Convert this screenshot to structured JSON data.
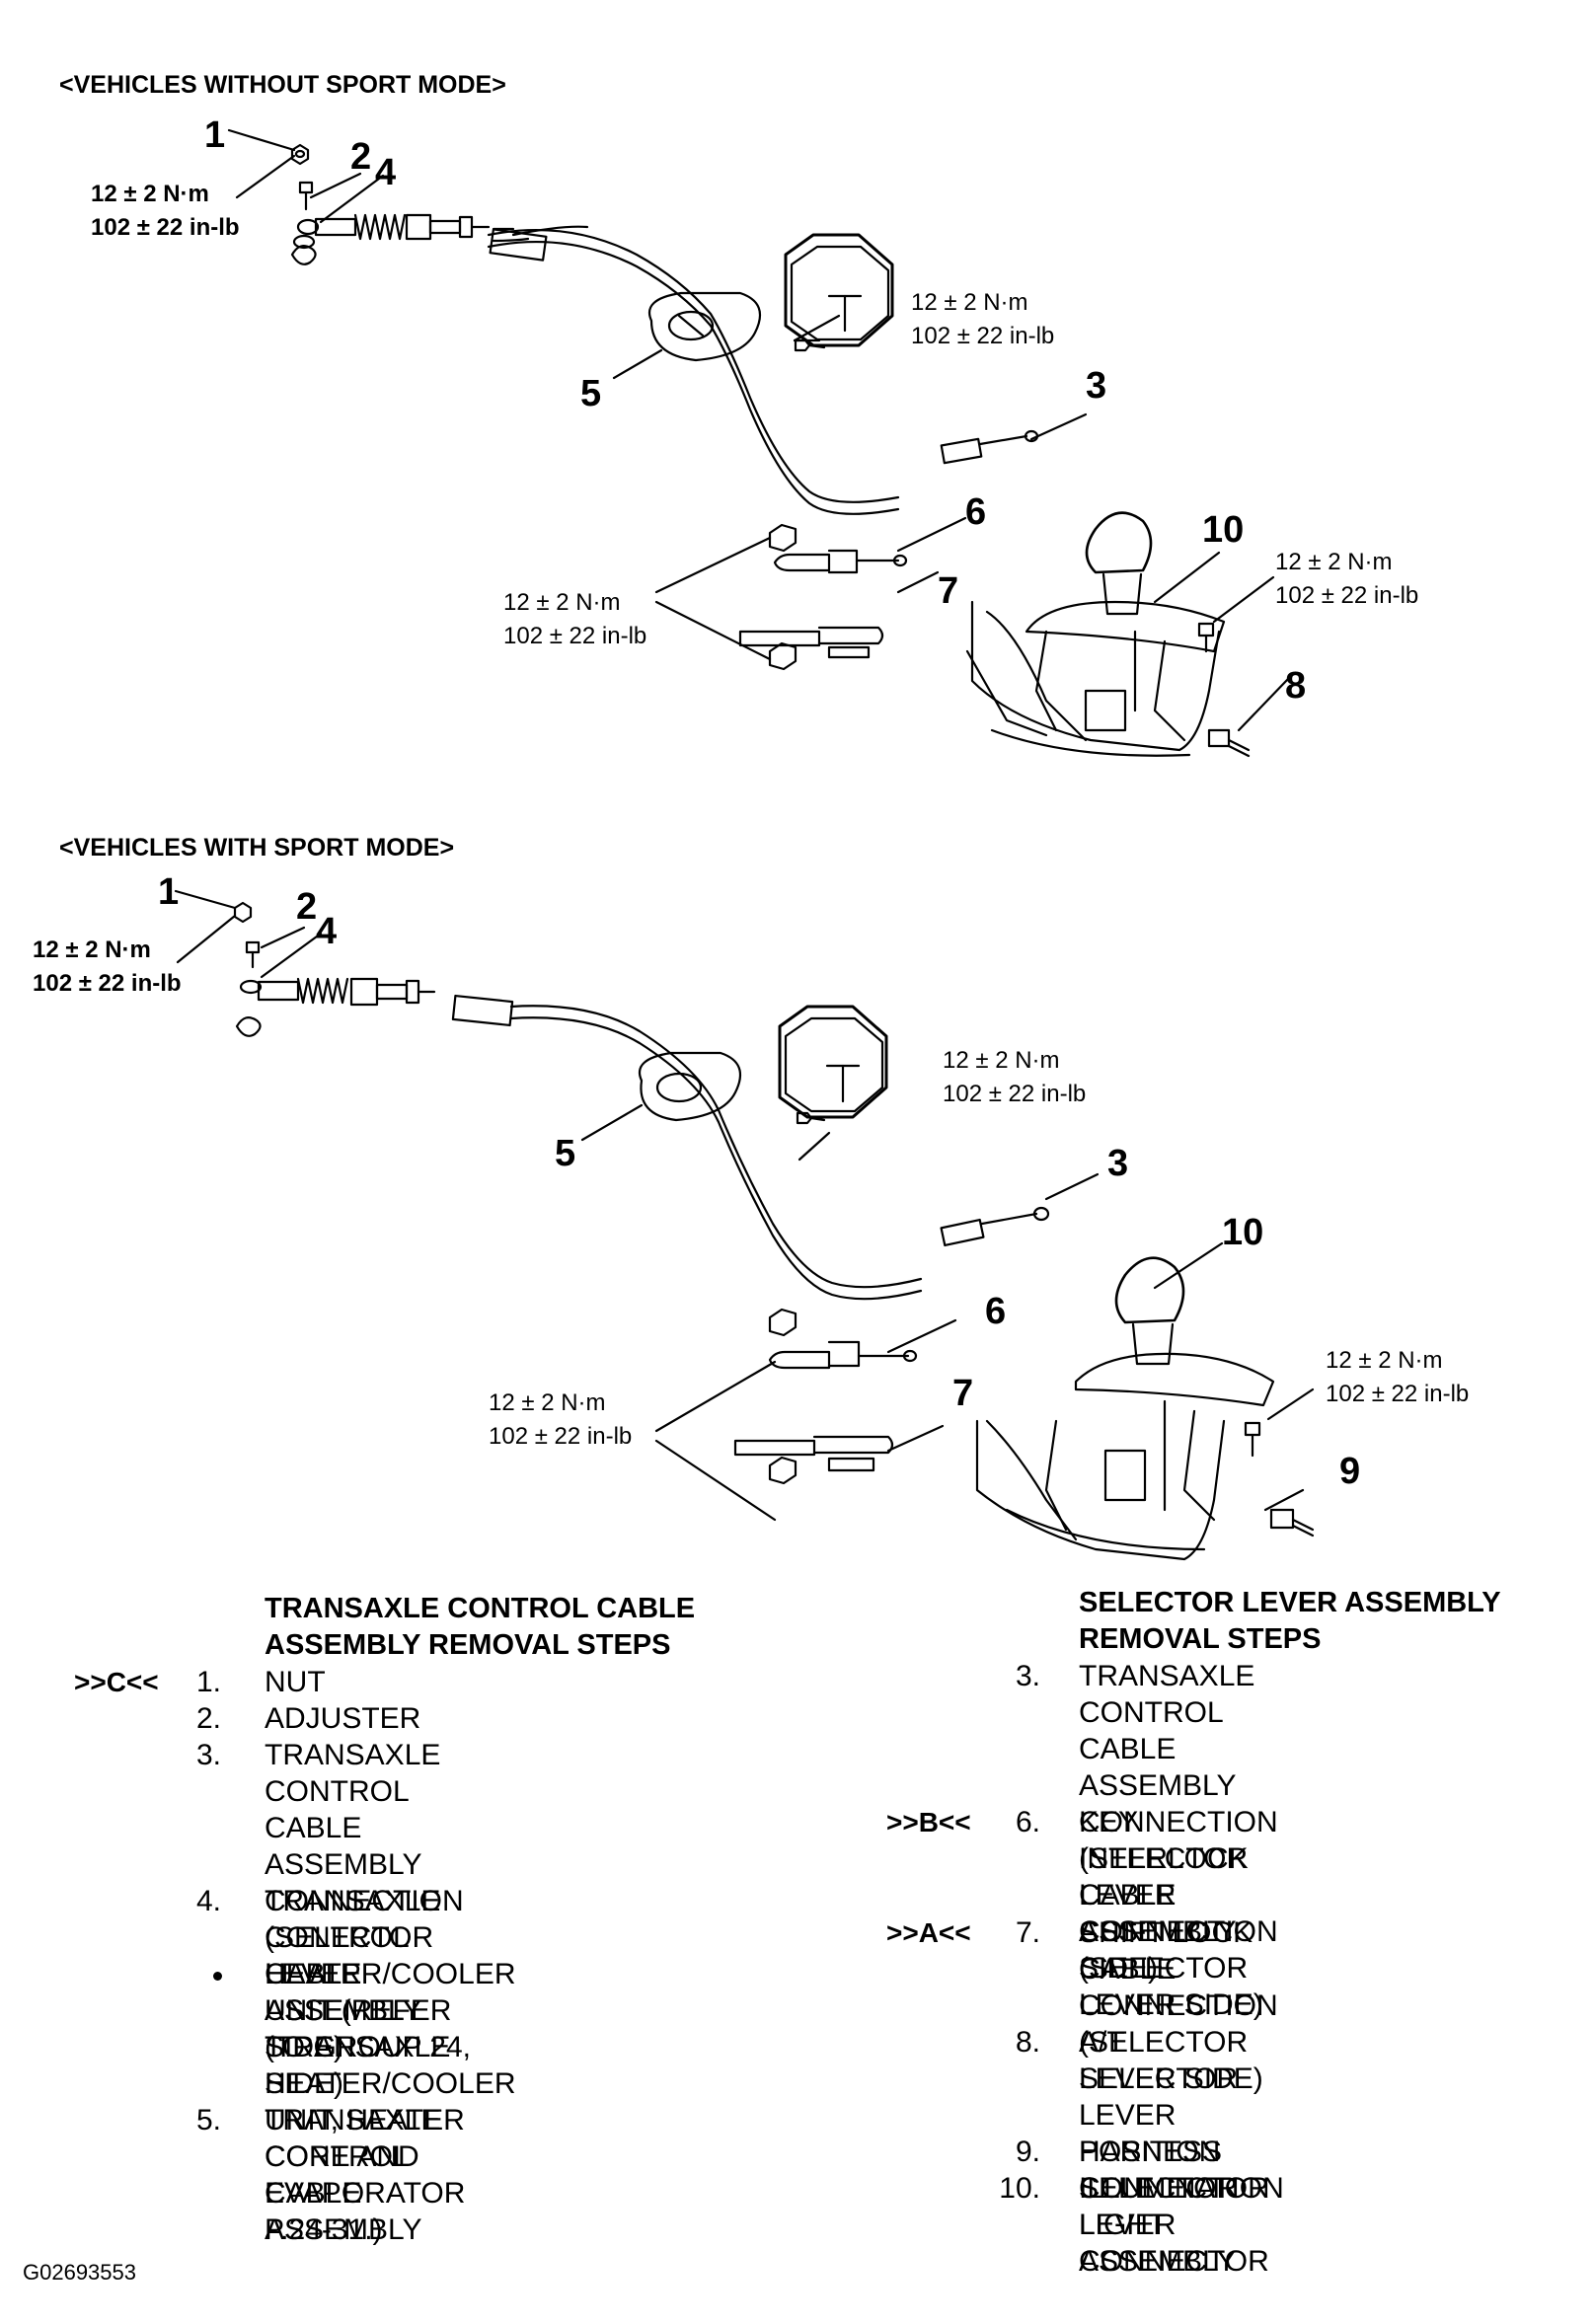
{
  "sections": [
    {
      "heading": "<VEHICLES WITHOUT SPORT MODE>",
      "callouts": [
        "1",
        "2",
        "4",
        "5",
        "3",
        "6",
        "7",
        "10",
        "8"
      ],
      "torques": [
        {
          "line1": "12 ± 2 N·m",
          "line2": "102 ± 22 in-lb"
        },
        {
          "line1": "12 ± 2 N·m",
          "line2": "102 ± 22 in-lb"
        },
        {
          "line1": "12 ± 2 N·m",
          "line2": "102 ± 22 in-lb"
        },
        {
          "line1": "12 ± 2 N·m",
          "line2": "102 ± 22 in-lb"
        }
      ]
    },
    {
      "heading": "<VEHICLES WITH SPORT MODE>",
      "callouts": [
        "1",
        "2",
        "4",
        "5",
        "3",
        "10",
        "6",
        "7",
        "9"
      ],
      "torques": [
        {
          "line1": "12 ± 2 N·m",
          "line2": "102 ± 22 in-lb"
        },
        {
          "line1": "12 ± 2 N·m",
          "line2": "102 ± 22 in-lb"
        },
        {
          "line1": "12 ± 2 N·m",
          "line2": "102 ± 22 in-lb"
        },
        {
          "line1": "12 ±  2 N·m",
          "line2": "102 ± 22 in-lb"
        }
      ]
    }
  ],
  "removal_left": {
    "title_line1": "TRANSAXLE CONTROL CABLE",
    "title_line2": "ASSEMBLY REMOVAL STEPS",
    "steps": [
      {
        "mark": ">>C<<",
        "num": "1.",
        "text": "NUT"
      },
      {
        "mark": "",
        "num": "2.",
        "text": "ADJUSTER"
      },
      {
        "mark": "",
        "num": "3.",
        "text": "TRANSAXLE CONTROL CABLE\nASSEMBLY CONNECTION\n(SELECTOR LEVER ASSEMBLY\nSIDE)"
      },
      {
        "mark": "",
        "num": "4.",
        "text": "TRANSAXLE CONTROL CABLE\nASSEMBLY (TRANSAXLE SIDE)"
      },
      {
        "mark": "",
        "num": "",
        "text": "HEATER/COOLER UNIT (REFER\nTO GROUP 24, HEATER/COOLER\nUNIT, HEATER CORE AND\nEVAPORATOR P.24-31.)"
      },
      {
        "mark": "",
        "num": "5.",
        "text": "TRANSAXLE CONTROL CABLE\nASSEMBLY"
      }
    ]
  },
  "removal_right": {
    "title_line1": "SELECTOR LEVER ASSEMBLY",
    "title_line2": "REMOVAL STEPS",
    "steps": [
      {
        "mark": "",
        "num": "3.",
        "text": "TRANSAXLE CONTROL CABLE\nASSEMBLY CONNECTION\n(SELECTOR LEVER ASSEMBLY\nSIDE)"
      },
      {
        "mark": ">>B<<",
        "num": "6.",
        "text": "KEY INTERLOCK CABLE\nCONNECTION (SELECTOR\nLEVER SIDE)"
      },
      {
        "mark": ">>A<<",
        "num": "7.",
        "text": "SHIFT LOCK CABLE\nCONNECTION (SELECTOR\nLEVER SIDE)"
      },
      {
        "mark": "",
        "num": "8.",
        "text": "A/T SELECTOR LEVER POSITION\nILLUMINATION LIGHT\nCONNECTOR"
      },
      {
        "mark": "",
        "num": "9.",
        "text": "HARNESS CONNECTOR"
      },
      {
        "mark": "",
        "num": "10.",
        "text": "SELECTOR LEVER ASSEMBLY"
      }
    ]
  },
  "figure_id": "G02693553"
}
